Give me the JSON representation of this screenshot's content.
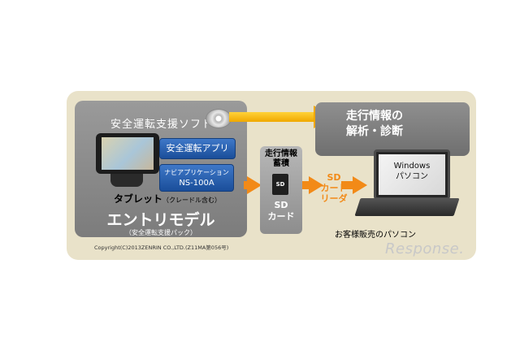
{
  "software_label": "安全運転支援ソフト",
  "analysis": {
    "line1": "走行情報の",
    "line2": "解析・診断"
  },
  "apps": {
    "app1": "安全運転アプリ",
    "app2_line1": "ナビアプリケーション",
    "app2_line2": "NS-100A"
  },
  "tablet": {
    "label": "タブレット",
    "sub": "（クレードル含む）"
  },
  "entry": {
    "title": "エントリモデル",
    "subtitle": "（安全運転支援パック）"
  },
  "copyright": "Copyright(C)2013ZENRIN CO.,LTD.(Z11MA第056号)",
  "sd": {
    "title_line1": "走行情報",
    "title_line2": "蓄積",
    "card_icon": "SD",
    "card_line1": "SD",
    "card_line2": "カード"
  },
  "reader": {
    "line1": "SD",
    "line2": "カード",
    "line3": "リーダ"
  },
  "laptop": {
    "line1": "Windows",
    "line2": "パソコン"
  },
  "pc_label": "お客様販売のパソコン",
  "watermark": "Response.",
  "colors": {
    "arrow_yellow": "#f0a800",
    "arrow_orange": "#f28a17",
    "app_blue": "#1a4e9a",
    "panel": "#e9e2c9"
  }
}
